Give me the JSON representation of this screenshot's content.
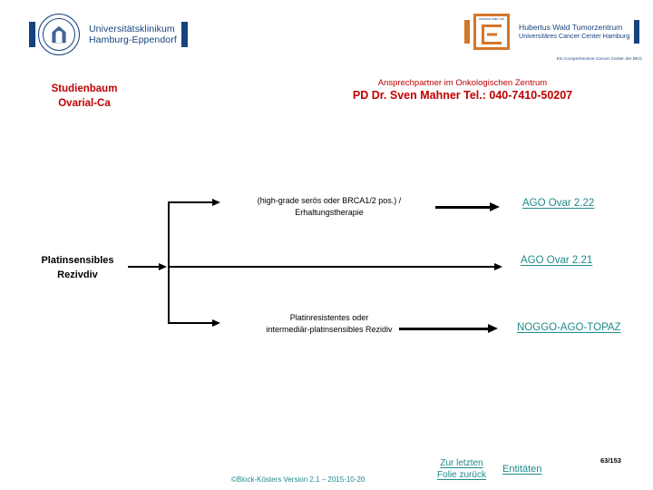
{
  "logos": {
    "left": {
      "name": "Universitätsklinikum Hamburg-Eppendorf",
      "line1": "Universitätsklinikum",
      "line2": "Hamburg-Eppendorf",
      "seal_icon": "university-seal-icon",
      "color": "#16437e"
    },
    "right": {
      "name": "Hubertus Wald Tumorzentrum",
      "mark_caption": "Hubertus Wald Tumorzentrum",
      "line1": "Hubertus Wald Tumorzentrum",
      "line2": "Universitäres Cancer Center Hamburg",
      "sub": "Ein Comprehensive Cancer Center der DKG",
      "mark_icon": "hwt-square-e-icon",
      "color": "#16437e",
      "accent": "#d4762a"
    }
  },
  "header": {
    "contact_intro": "Ansprechpartner im Onkologischen Zentrum",
    "contact_person": "PD Dr. Sven Mahner Tel.: 040-7410-50207",
    "accent_color": "#c00000"
  },
  "title": {
    "line1": "Studienbaum",
    "line2": "Ovarial-Ca"
  },
  "diagram": {
    "entry": {
      "line1": "Platinsensibles",
      "line2": "Rezivdiv"
    },
    "branches": [
      {
        "id": "branch-1",
        "text_line1": "(high-grade serös oder BRCA1/2 pos.) /",
        "text_line2": "Erhaltungstherapie",
        "target": "AGO Ovar 2.22"
      },
      {
        "id": "branch-2",
        "text_line1": "",
        "text_line2": "",
        "target": "AGO Ovar 2.21"
      },
      {
        "id": "branch-3",
        "text_line1": "Platinresistentes oder",
        "text_line2": "intermediär-platinsensibles Rezidiv",
        "target": "NOGGO-AGO-TOPAZ"
      }
    ],
    "link_color": "#1f8a8a"
  },
  "footer": {
    "copyright": "©Block-Kösters Version 2.1 – 2015-10-20",
    "back_link_line1": "Zur letzten",
    "back_link_line2": "Folie zurück",
    "entities_link": "Entitäten",
    "page_number": "63/153"
  }
}
